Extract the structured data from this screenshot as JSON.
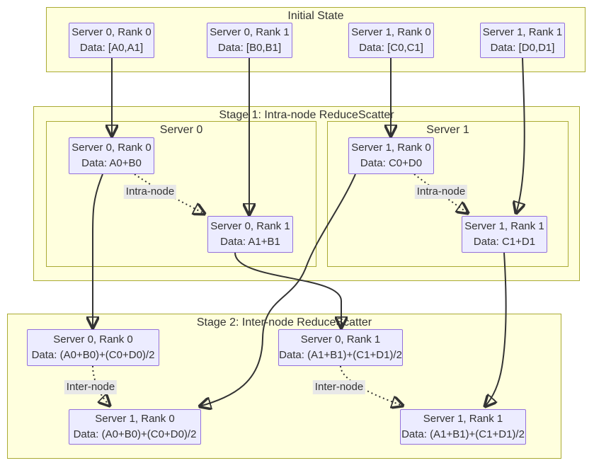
{
  "clusters": {
    "initial": {
      "label": "Initial State"
    },
    "stage1": {
      "label": "Stage 1: Intra-node ReduceScatter"
    },
    "server0": {
      "label": "Server 0"
    },
    "server1": {
      "label": "Server 1"
    },
    "stage2": {
      "label": "Stage 2: Inter-node ReduceScatter"
    }
  },
  "nodes": {
    "init_s0r0": {
      "line1": "Server 0, Rank 0",
      "line2": "Data: [A0,A1]"
    },
    "init_s0r1": {
      "line1": "Server 0, Rank 1",
      "line2": "Data: [B0,B1]"
    },
    "init_s1r0": {
      "line1": "Server 1, Rank 0",
      "line2": "Data: [C0,C1]"
    },
    "init_s1r1": {
      "line1": "Server 1, Rank 1",
      "line2": "Data: [D0,D1]"
    },
    "s1_s0r0": {
      "line1": "Server 0, Rank 0",
      "line2": "Data: A0+B0"
    },
    "s1_s0r1": {
      "line1": "Server 0, Rank 1",
      "line2": "Data: A1+B1"
    },
    "s1_s1r0": {
      "line1": "Server 1, Rank 0",
      "line2": "Data: C0+D0"
    },
    "s1_s1r1": {
      "line1": "Server 1, Rank 1",
      "line2": "Data: C1+D1"
    },
    "s2_s0r0": {
      "line1": "Server 0, Rank 0",
      "line2": "Data: (A0+B0)+(C0+D0)/2"
    },
    "s2_s0r1": {
      "line1": "Server 0, Rank 1",
      "line2": "Data: (A1+B1)+(C1+D1)/2"
    },
    "s2_s1r0": {
      "line1": "Server 1, Rank 0",
      "line2": "Data: (A0+B0)+(C0+D0)/2"
    },
    "s2_s1r1": {
      "line1": "Server 1, Rank 1",
      "line2": "Data: (A1+B1)+(C1+D1)/2"
    }
  },
  "edge_labels": {
    "intra0": "Intra-node",
    "intra1": "Intra-node",
    "inter0": "Inter-node",
    "inter1": "Inter-node"
  },
  "colors": {
    "node_fill": "#ECECFF",
    "node_border": "#9370DB",
    "cluster_fill": "#FFFFDE",
    "cluster_border": "#AAAA33",
    "edge": "#333333",
    "text": "#333333",
    "edge_label_bg": "#E8E8E8",
    "page_bg": "#FFFFFF"
  }
}
